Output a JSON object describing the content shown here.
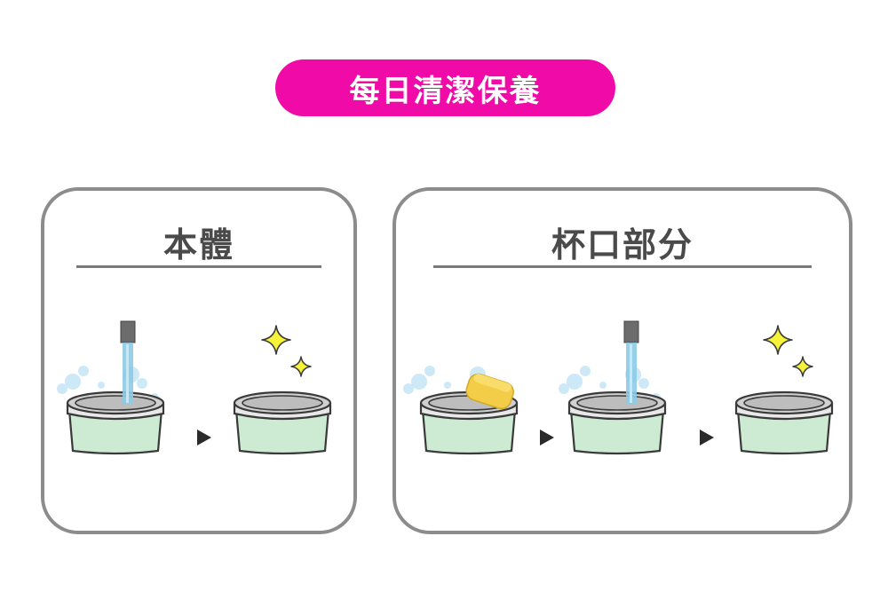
{
  "header": {
    "title": "每日清潔保養"
  },
  "panels": [
    {
      "title": "本體"
    },
    {
      "title": "杯口部分"
    }
  ],
  "colors": {
    "accent": "#f00aa8",
    "panel_border": "#8c8c8c",
    "cup_fill": "#cdebd3",
    "sparkle": "#f7f23a",
    "sponge": "#f3cd47",
    "water": "#8ccbe6"
  }
}
